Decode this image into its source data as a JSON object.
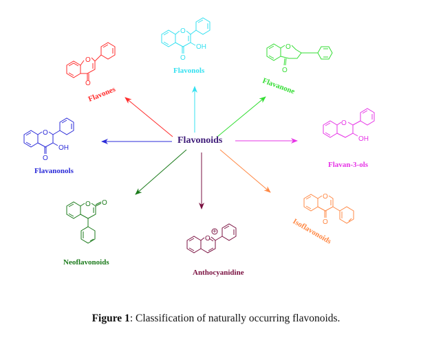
{
  "center": {
    "label": "Flavonoids",
    "color": "#3d1a78"
  },
  "classes": [
    {
      "name": "Flavones",
      "color": "#ff2a2a"
    },
    {
      "name": "Flavonols",
      "color": "#33e0f0"
    },
    {
      "name": "Flavanone",
      "color": "#33dd33"
    },
    {
      "name": "Flavan-3-ols",
      "color": "#e633e6"
    },
    {
      "name": "Isoflavonoids",
      "color": "#ff8844"
    },
    {
      "name": "Anthocyanidine",
      "color": "#7a1040"
    },
    {
      "name": "Neoflavonoids",
      "color": "#1a7a1a"
    },
    {
      "name": "Flavanonols",
      "color": "#2a2ad8"
    }
  ],
  "atoms": {
    "O": "O",
    "OH": "OH",
    "plus": "+"
  },
  "caption": {
    "label": "Figure 1",
    "text": ": Classification of naturally occurring flavonoids."
  }
}
